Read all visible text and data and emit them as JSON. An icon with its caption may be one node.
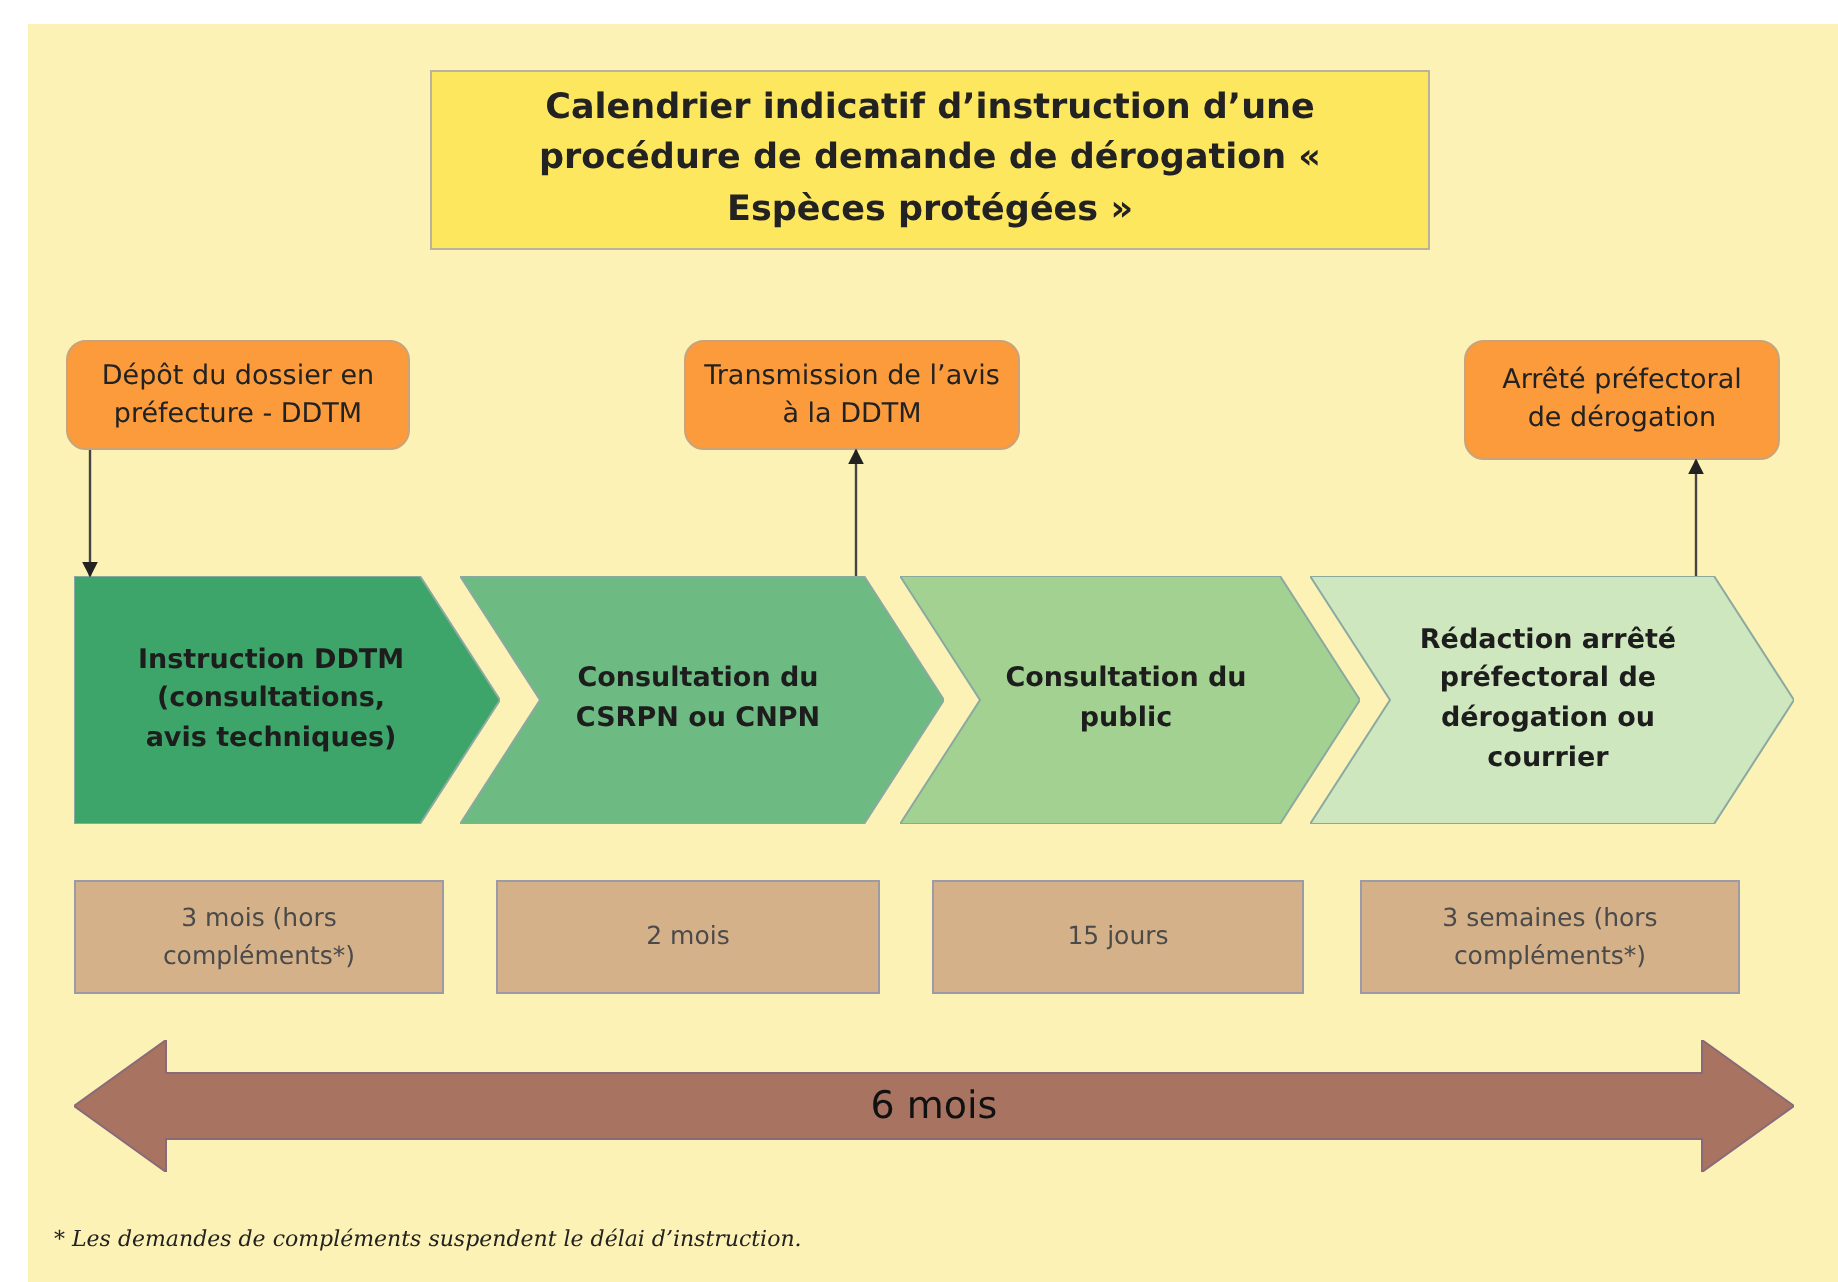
{
  "diagram": {
    "title": "Calendrier indicatif d’instruction d’une procédure de demande de dérogation « Espèces protégées »",
    "caption": "* Les demandes de compléments suspendent le délai d’instruction.",
    "nodes": [
      {
        "text": [
          "Dépôt du dossier en préfecture - DDTM"
        ]
      },
      {
        "text": [
          "Transmission de l’avis à la DDTM"
        ]
      },
      {
        "text": [
          "Arrêté préfectoral de dérogation"
        ]
      },
      {
        "text": [
          "Instruction DDTM (consultations, avis techniques)"
        ]
      },
      {
        "text": [
          "Consultation du CSRPN ou CNPN"
        ]
      },
      {
        "text": [
          "Consultation du public"
        ]
      },
      {
        "text": [
          "Rédaction arrêté préfectoral de dérogation ou courrier"
        ]
      },
      {
        "text": [
          "3 mois (hors compléments*)"
        ]
      },
      {
        "text": [
          "2 mois"
        ]
      },
      {
        "text": [
          "15 jours"
        ]
      },
      {
        "text": [
          "3 semaines (hors compléments*)"
        ]
      },
      {
        "text": [
          "6 mois"
        ]
      }
    ],
    "edges": [
      {
        "from": 0,
        "to": 3,
        "arrow": "to"
      },
      {
        "from": 4,
        "to": 1,
        "arrow": "to"
      },
      {
        "from": 6,
        "to": 2,
        "arrow": "to"
      }
    ]
  }
}
